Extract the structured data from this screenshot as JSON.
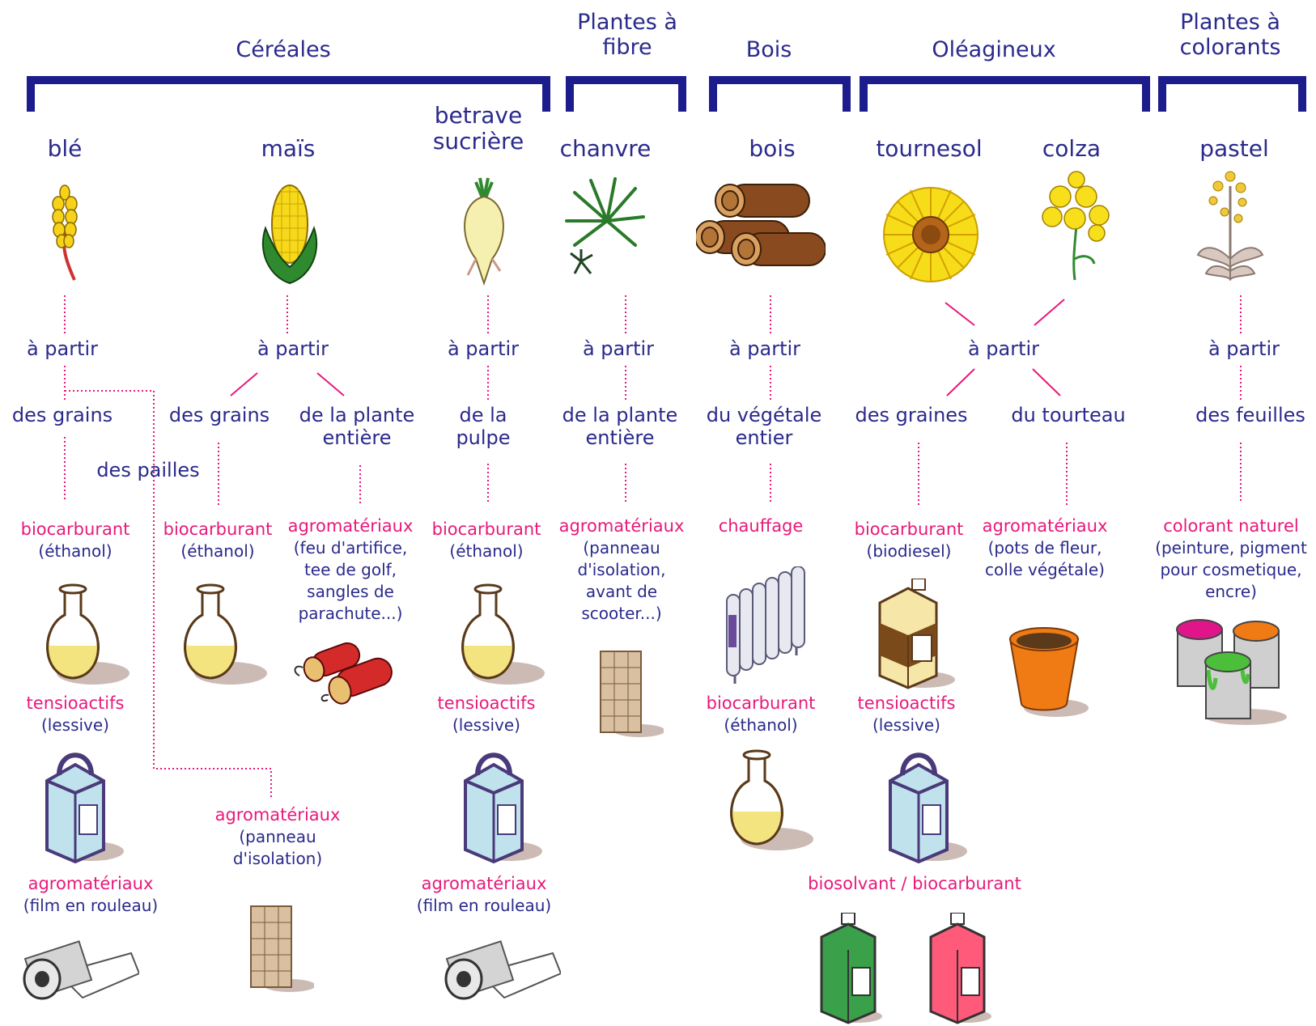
{
  "categories": {
    "cereales": "Céréales",
    "fibre": [
      "Plantes à",
      "fibre"
    ],
    "bois": "Bois",
    "oleagineux": "Oléagineux",
    "colorants": [
      "Plantes à",
      "colorants"
    ]
  },
  "plants": {
    "ble": "blé",
    "mais": "maïs",
    "betrave": [
      "betrave",
      "sucrière"
    ],
    "chanvre": "chanvre",
    "bois": "bois",
    "tournesol": "tournesol",
    "colza": "colza",
    "pastel": "pastel"
  },
  "from_label": "à partir",
  "sources": {
    "ble_grains": "des grains",
    "pailles": "des pailles",
    "mais_grains": "des grains",
    "mais_plante": [
      "de la plante",
      "entière"
    ],
    "pulpe": [
      "de la",
      "pulpe"
    ],
    "chanvre_plante": [
      "de la plante",
      "entière"
    ],
    "bois_vegetal": [
      "du végétale",
      "entier"
    ],
    "graines": "des graines",
    "tourteau": "du tourteau",
    "feuilles": "des feuilles"
  },
  "products": {
    "ble_biocarb": {
      "title": "biocarburant",
      "sub": [
        "(éthanol)"
      ]
    },
    "ble_tensio": {
      "title": "tensioactifs",
      "sub": [
        "(lessive)"
      ]
    },
    "ble_agro": {
      "title": "agromatériaux",
      "sub": [
        "(film en rouleau)"
      ]
    },
    "paille_agro": {
      "title": "agromatériaux",
      "sub": [
        "(panneau",
        "d'isolation)"
      ]
    },
    "mais_biocarb": {
      "title": "biocarburant",
      "sub": [
        "(éthanol)"
      ]
    },
    "mais_agro": {
      "title": "agromatériaux",
      "sub": [
        "(feu d'artifice,",
        "tee de golf,",
        "sangles de",
        "parachute...)"
      ]
    },
    "betrave_biocarb": {
      "title": "biocarburant",
      "sub": [
        "(éthanol)"
      ]
    },
    "betrave_tensio": {
      "title": "tensioactifs",
      "sub": [
        "(lessive)"
      ]
    },
    "betrave_agro": {
      "title": "agromatériaux",
      "sub": [
        "(film en rouleau)"
      ]
    },
    "chanvre_agro": {
      "title": "agromatériaux",
      "sub": [
        "(panneau",
        "d'isolation,",
        "avant de",
        "scooter...)"
      ]
    },
    "chauffage": {
      "title": "chauffage",
      "sub": []
    },
    "bois_biocarb": {
      "title": "biocarburant",
      "sub": [
        "(éthanol)"
      ]
    },
    "tournesol_biocarb": {
      "title": "biocarburant",
      "sub": [
        "(biodiesel)"
      ]
    },
    "tournesol_tensio": {
      "title": "tensioactifs",
      "sub": [
        "(lessive)"
      ]
    },
    "biosolvant": {
      "title": "biosolvant / biocarburant",
      "sub": []
    },
    "colza_agro": {
      "title": "agromatériaux",
      "sub": [
        "(pots de fleur,",
        "colle végétale)"
      ]
    },
    "colorant": {
      "title": "colorant naturel",
      "sub": [
        "(peinture, pigment",
        "pour cosmetique,",
        "encre)"
      ]
    }
  },
  "colors": {
    "bracket": "#1c1c8c",
    "label": "#2a2a8c",
    "product": "#e8197a",
    "dotted": "#e8197a"
  },
  "icons": [
    "wheat-icon",
    "corn-icon",
    "beet-icon",
    "hemp-icon",
    "logs-icon",
    "sunflower-icon",
    "rapeseed-icon",
    "woad-icon",
    "flask-icon",
    "detergent-icon",
    "film-roll-icon",
    "panel-icon",
    "firecracker-icon",
    "radiator-icon",
    "oil-can-icon",
    "flower-pot-icon",
    "paint-cans-icon",
    "solvent-bottle-icon"
  ]
}
